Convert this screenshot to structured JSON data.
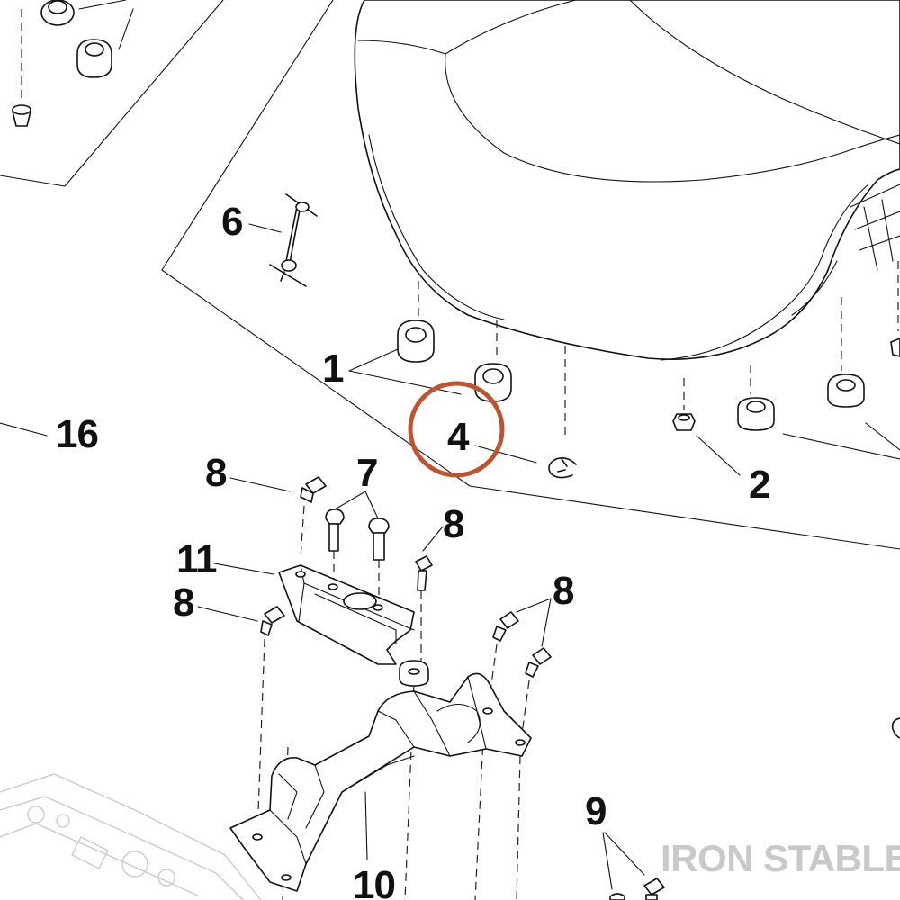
{
  "diagram": {
    "callouts": [
      {
        "id": "c1",
        "label": "1"
      },
      {
        "id": "c2",
        "label": "2"
      },
      {
        "id": "c4",
        "label": "4"
      },
      {
        "id": "c6",
        "label": "6"
      },
      {
        "id": "c7",
        "label": "7"
      },
      {
        "id": "c8a",
        "label": "8"
      },
      {
        "id": "c8b",
        "label": "8"
      },
      {
        "id": "c8c",
        "label": "8"
      },
      {
        "id": "c8d",
        "label": "8"
      },
      {
        "id": "c9",
        "label": "9"
      },
      {
        "id": "c10",
        "label": "10"
      },
      {
        "id": "c11",
        "label": "11"
      },
      {
        "id": "c16",
        "label": "16"
      }
    ],
    "highlight_color": "#c0532f",
    "line_color": "#111111"
  },
  "watermark": {
    "text": "IRON STABLE",
    "color": "#c9c9c9"
  }
}
